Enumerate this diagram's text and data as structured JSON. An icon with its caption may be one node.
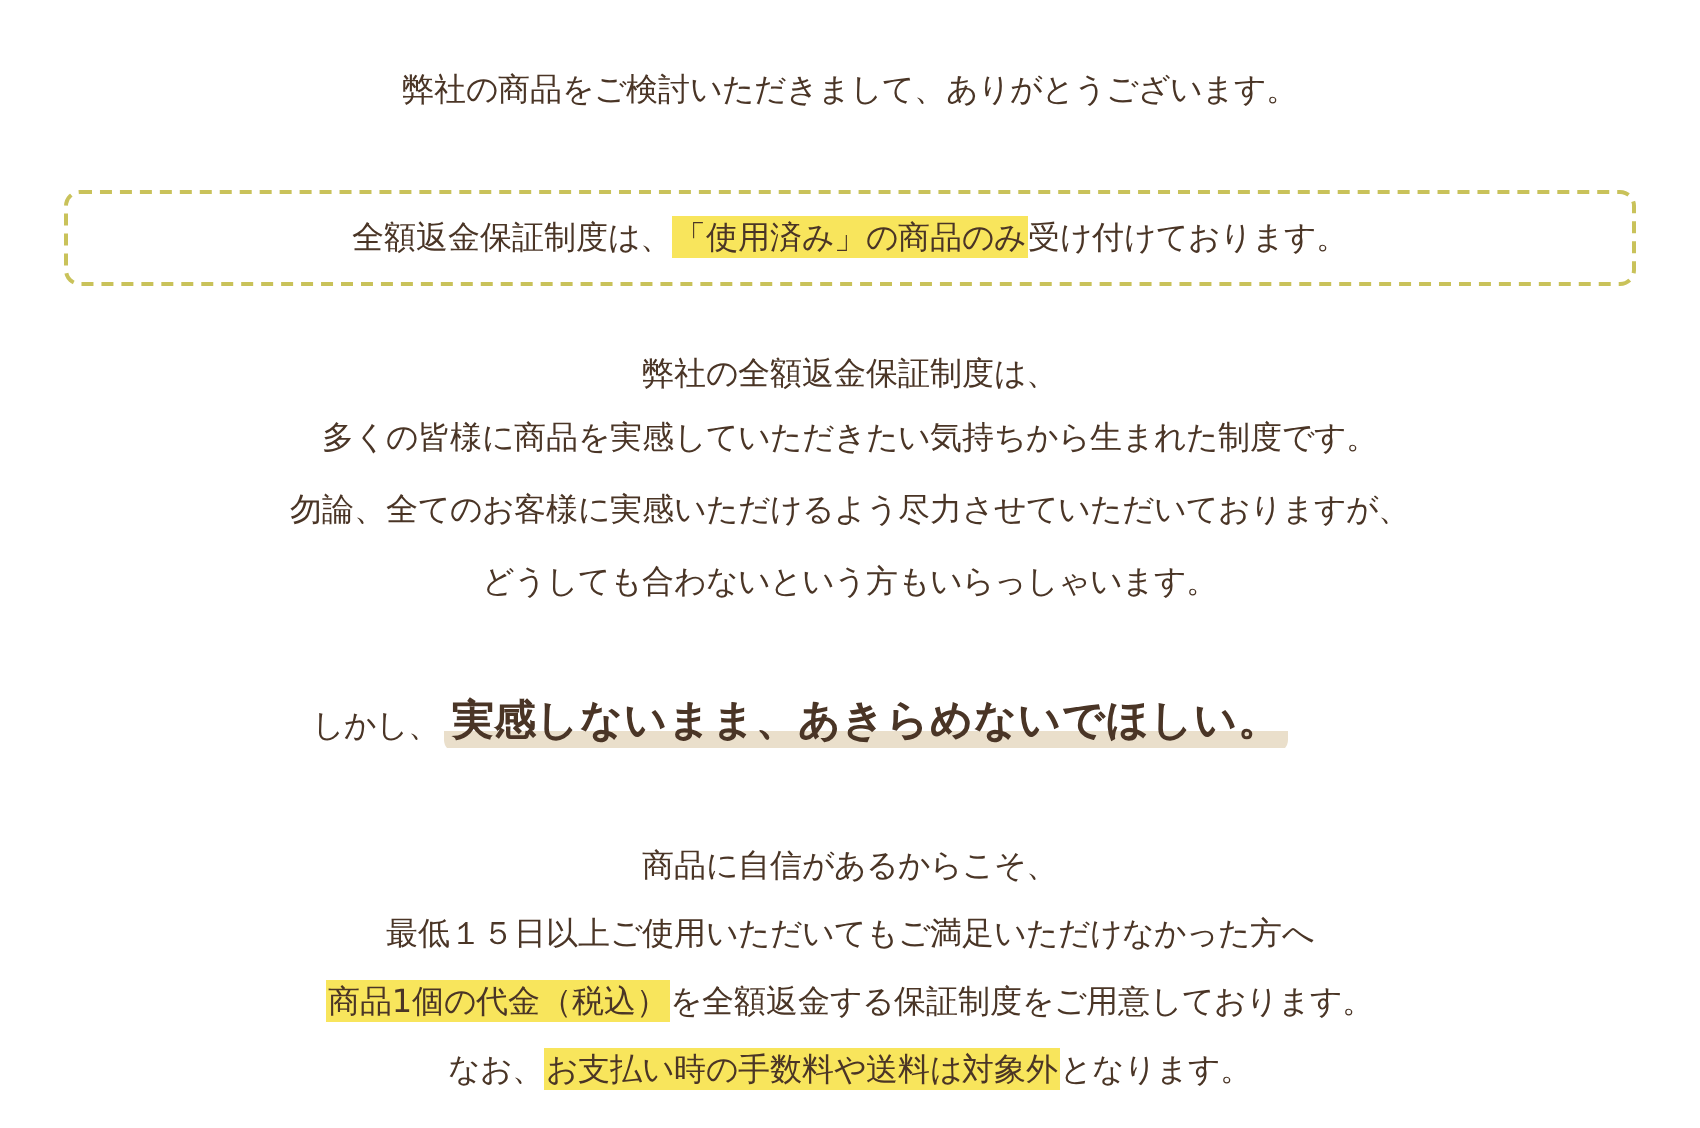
{
  "diagram": {
    "nodes": [
      {
        "text": [
          "全額返金保証制度は、**「使用済み」の商品のみ**受け付けております。"
        ]
      }
    ],
    "labels": [
      "弊社の商品をご検討いただきまして、ありがとうございます。",
      "弊社の全額返金保証制度は、",
      "多くの皆様に商品を実感していただきたい気持ちから生まれた制度です。",
      "勿論、全てのお客様に実感いただけるよう尽力させていただいておりますが、",
      "どうしても合わないという方もいらっしゃいます。",
      "しかし、",
      "実感しないまま、あきらめないでほしい。",
      "商品に自信があるからこそ、",
      "最低１５日以上ご使用いただいてもご満足いただけなかった方へ",
      "**商品1個の代金（税込）**を全額返金する保証制度をご用意しております。",
      "なお、**お支払い時の手数料や送料は対象外**となります。"
    ]
  }
}
